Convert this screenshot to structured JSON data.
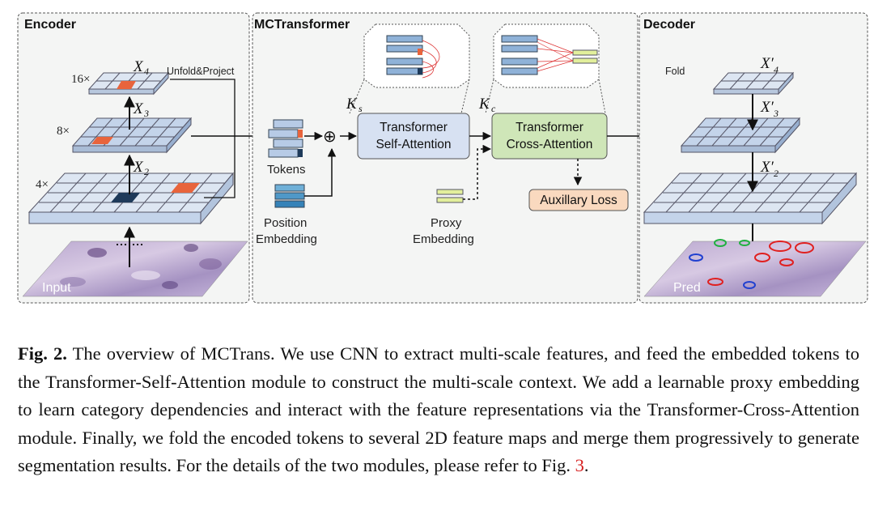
{
  "panels": {
    "encoder_title": "Encoder",
    "mctransformer_title": "MCTransformer",
    "decoder_title": "Decoder"
  },
  "encoder": {
    "scale_16": "16×",
    "scale_8": "8×",
    "scale_4": "4×",
    "x4": "X",
    "x4_sub": "4",
    "x3": "X",
    "x3_sub": "3",
    "x2": "X",
    "x2_sub": "2",
    "unfold_project": "Unfold&Project",
    "input_label": "Input"
  },
  "mctransformer": {
    "tokens_label": "Tokens",
    "position_line1": "Position",
    "position_line2": "Embedding",
    "plus_symbol": "⊕",
    "ks": "K",
    "ks_sub": "s",
    "kc": "K",
    "kc_sub": "c",
    "self_attn_line1": "Transformer",
    "self_attn_line2": "Self-Attention",
    "cross_attn_line1": "Transformer",
    "cross_attn_line2": "Cross-Attention",
    "proxy_line1": "Proxy",
    "proxy_line2": "Embedding",
    "aux_loss": "Auxillary Loss"
  },
  "decoder": {
    "fold_label": "Fold",
    "x4p": "X′",
    "x4p_sub": "4",
    "x3p": "X′",
    "x3p_sub": "3",
    "x2p": "X′",
    "x2p_sub": "2",
    "pred_label": "Pred"
  },
  "caption": {
    "fig_label": "Fig. 2.",
    "text": " The overview of MCTrans. We use CNN to extract multi-scale features, and feed the embedded tokens to the Transformer-Self-Attention module to construct the multi-scale context. We add a learnable proxy embedding to learn category dependencies and interact with the feature representations via the Transformer-Cross-Attention module. Finally, we fold the encoded tokens to several 2D feature maps and merge them progressively to generate segmentation results. For the details of the two modules, please refer to Fig. ",
    "ref": "3",
    "end": "."
  },
  "colors": {
    "grid_fill": "#dde6f2",
    "grid_fill_dark": "#c4d4ea",
    "highlight": "#e8643c",
    "dark_cell": "#1e3a5a",
    "self_attn_box": "#d7e1f2",
    "cross_attn_box": "#cfe6b8",
    "aux_loss_box": "#f9d9bf"
  }
}
